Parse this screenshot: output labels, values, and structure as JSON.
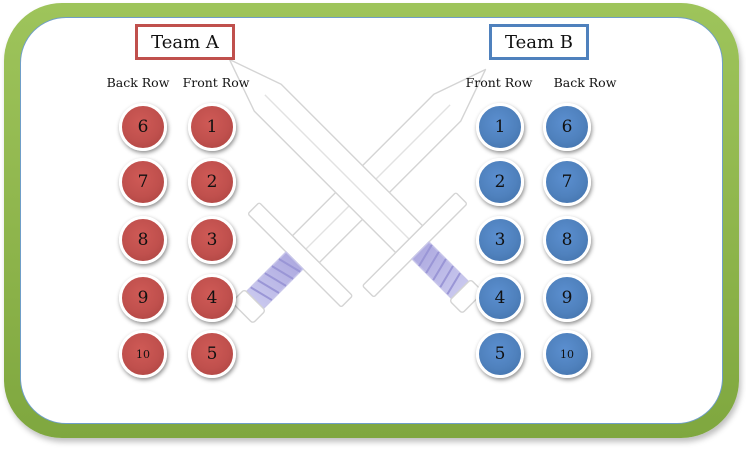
{
  "team_a": {
    "title": "Team A",
    "color": "#c0504d",
    "back_row_label": "Back Row",
    "front_row_label": "Front Row",
    "back_row": [
      "6",
      "7",
      "8",
      "9",
      "10"
    ],
    "front_row": [
      "1",
      "2",
      "3",
      "4",
      "5"
    ]
  },
  "team_b": {
    "title": "Team B",
    "color": "#4f81bd",
    "front_row_label": "Front Row",
    "back_row_label": "Back Row",
    "front_row": [
      "1",
      "2",
      "3",
      "4",
      "5"
    ],
    "back_row": [
      "6",
      "7",
      "8",
      "9",
      "10"
    ]
  },
  "decoration": {
    "center_icon": "crossed-swords-icon",
    "board_border_color": "#8cb34a"
  }
}
